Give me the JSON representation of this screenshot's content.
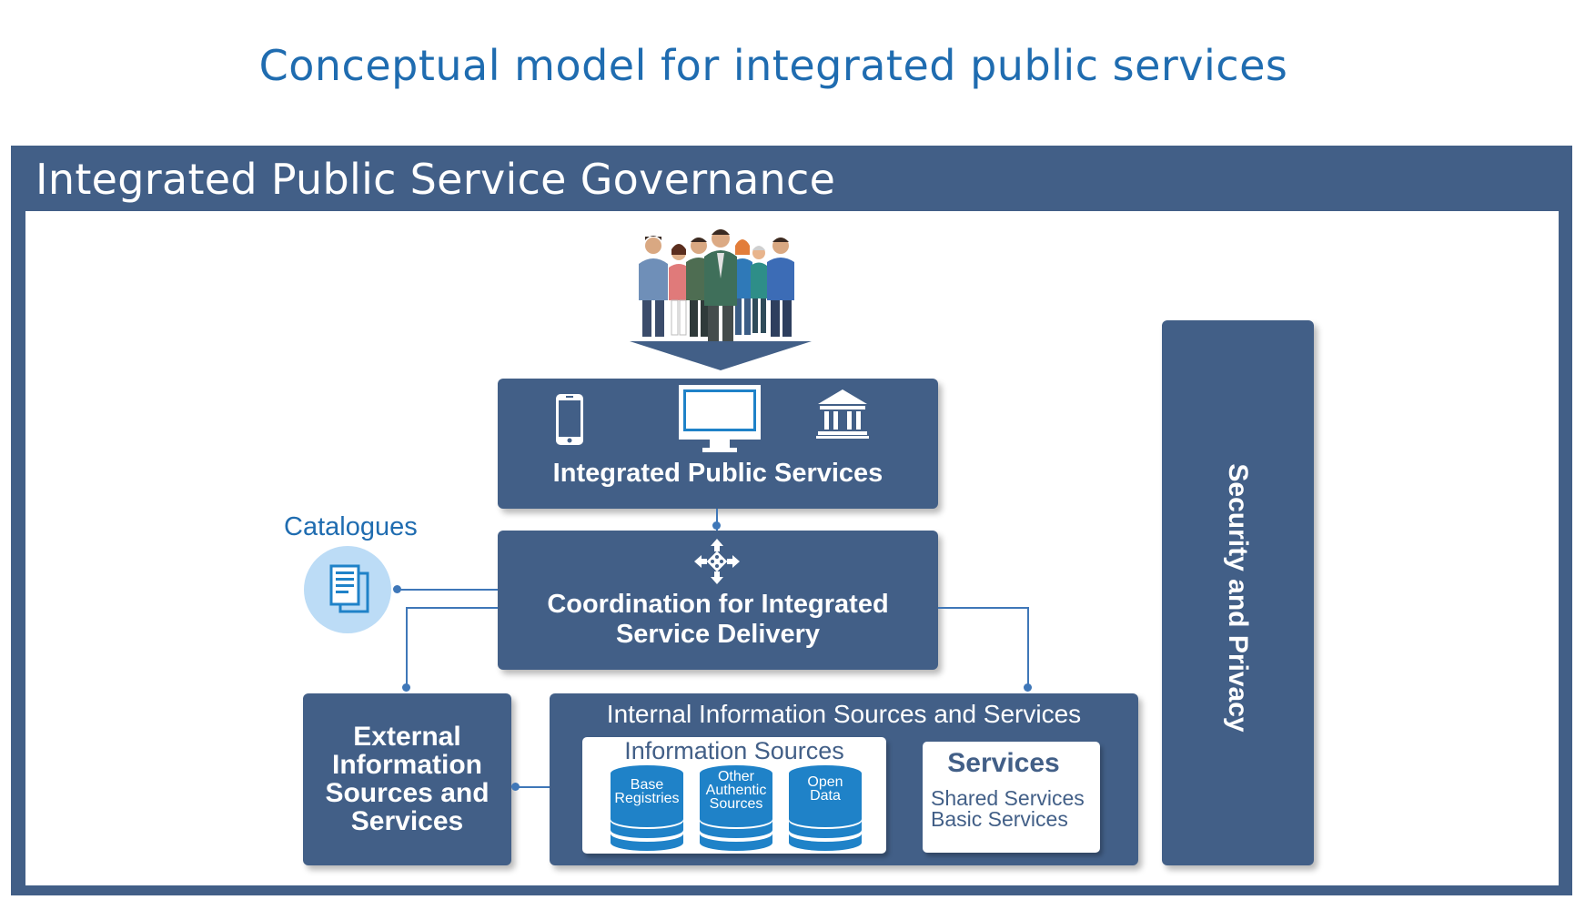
{
  "title": "Conceptual model for integrated public services",
  "governance": {
    "label": "Integrated Public Service Governance"
  },
  "integrated_public_services": {
    "label": "Integrated Public Services",
    "icons": [
      "mobile-phone-icon",
      "desktop-monitor-icon",
      "government-building-icon"
    ]
  },
  "people_icon": "people-group-icon",
  "coordination": {
    "icon": "puzzle-arrows-icon",
    "line1": "Coordination for Integrated",
    "line2": "Service Delivery"
  },
  "catalogues": {
    "label": "Catalogues",
    "icon": "documents-icon"
  },
  "external": {
    "line1": "External",
    "line2": "Information",
    "line3": "Sources and",
    "line4": "Services"
  },
  "internal": {
    "label": "Internal Information Sources and Services",
    "information_sources": {
      "label": "Information Sources",
      "items": [
        {
          "line1": "Base",
          "line2": "Registries",
          "line3": ""
        },
        {
          "line1": "Other",
          "line2": "Authentic",
          "line3": "Sources"
        },
        {
          "line1": "Open",
          "line2": "Data",
          "line3": ""
        }
      ]
    },
    "services": {
      "label": "Services",
      "line1": "Shared Services",
      "line2": "Basic Services"
    }
  },
  "security": {
    "label": "Security and Privacy"
  },
  "colors": {
    "panel": "#425f87",
    "title": "#1f6cb0",
    "accent": "#1f82c8",
    "connector": "#3f77b8",
    "catalogue_circle": "#bcdcf6"
  }
}
